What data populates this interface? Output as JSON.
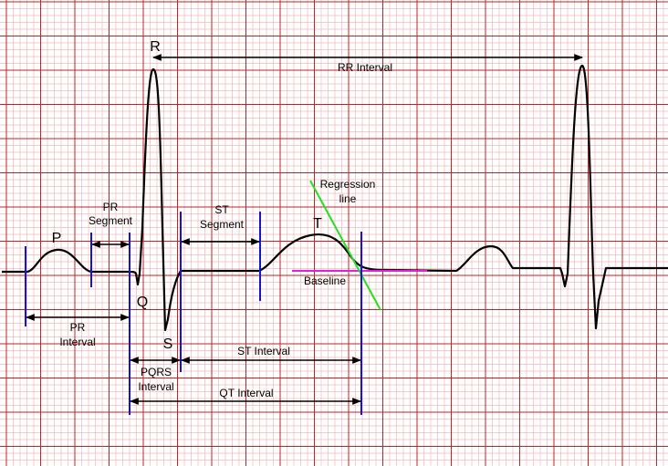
{
  "colors": {
    "background": "#ffffff",
    "grid_minor": "#f2b8b8",
    "grid_major": "#c02424",
    "waveform": "#000000",
    "markers": "#1414d8",
    "regression_line": "#22e022",
    "baseline": "#e020e0",
    "arrows": "#000000"
  },
  "waves": {
    "p": "P",
    "q": "Q",
    "r": "R",
    "s": "S",
    "t": "T"
  },
  "labels": {
    "rr_interval": "RR Interval",
    "pr_segment_line1": "PR",
    "pr_segment_line2": "Segment",
    "st_segment_line1": "ST",
    "st_segment_line2": "Segment",
    "regression_line1": "Regression",
    "regression_line2": "line",
    "baseline": "Baseline",
    "pr_interval_line1": "PR",
    "pr_interval_line2": "Interval",
    "st_interval": "ST Interval",
    "pqrs_interval_line1": "PQRS",
    "pqrs_interval_line2": "Interval",
    "qt_interval": "QT Interval"
  }
}
